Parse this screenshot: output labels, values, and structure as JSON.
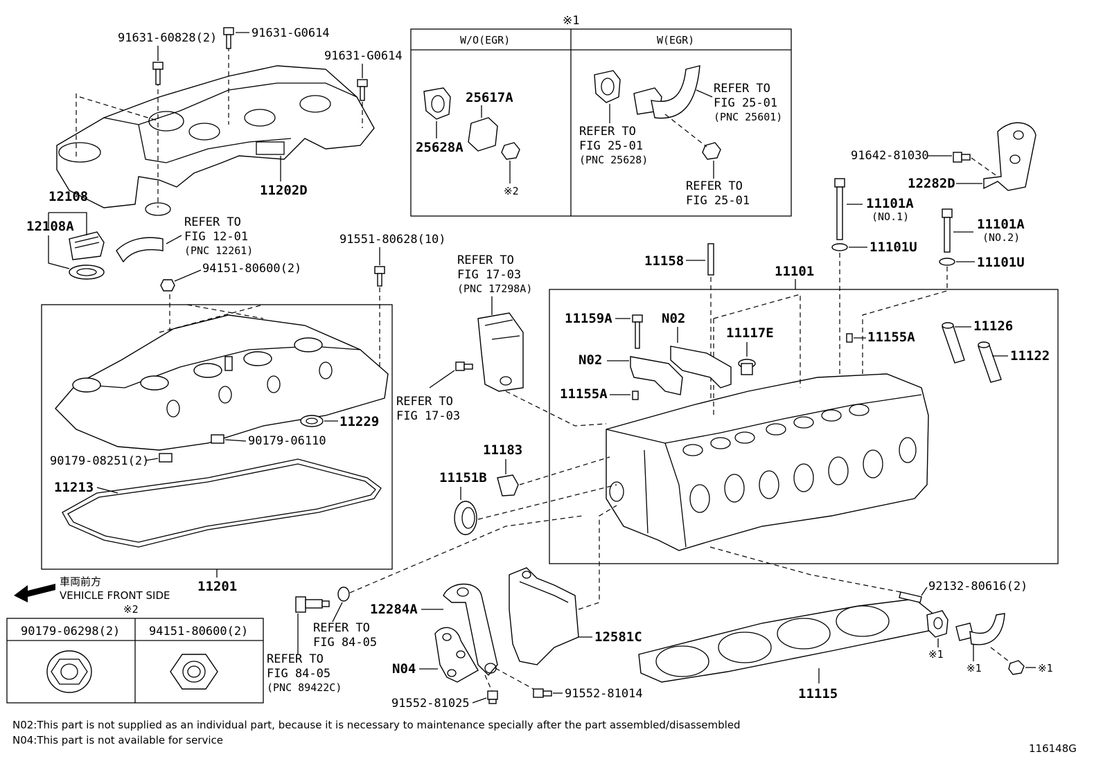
{
  "labels": {
    "p_91631_60828": "91631-60828(2)",
    "p_91631_G0614a": "91631-G0614",
    "p_91631_G0614b": "91631-G0614",
    "p_11202D": "11202D",
    "p_12108": "12108",
    "p_12108A": "12108A",
    "p_refer_12_01_a": "REFER TO",
    "p_refer_12_01_b": "FIG 12-01",
    "p_refer_12_01_c": "(PNC 12261)",
    "p_94151_80600": "94151-80600(2)",
    "p_91551_80628": "91551-80628(10)",
    "p_11229": "11229",
    "p_90179_06110": "90179-06110",
    "p_90179_08251": "90179-08251(2)",
    "p_11213": "11213",
    "p_11201": "11201",
    "p_refer_17_03_a": "REFER TO",
    "p_refer_17_03_b": "FIG 17-03",
    "p_refer_17_03_c": "(PNC 17298A)",
    "p_refer_17_03_d": "REFER TO",
    "p_refer_17_03_e": "FIG 17-03",
    "p_11183": "11183",
    "p_11151B": "11151B",
    "p_11158": "11158",
    "p_11101": "11101",
    "p_11159A": "11159A",
    "p_N02a": "N02",
    "p_N02b": "N02",
    "p_11117E": "11117E",
    "p_11155A_a": "11155A",
    "p_11155A_b": "11155A",
    "p_11126": "11126",
    "p_11122": "11122",
    "p_11101A_1": "11101A",
    "p_no1": "(NO.1)",
    "p_11101U_1": "11101U",
    "p_11101A_2": "11101A",
    "p_no2": "(NO.2)",
    "p_11101U_2": "11101U",
    "p_91642_81030": "91642-81030",
    "p_12282D": "12282D",
    "p_92132_80616": "92132-80616(2)",
    "p_star1_a": "※1",
    "p_star1_b": "※1",
    "p_star1_c": "※1",
    "p_11115": "11115",
    "p_12581C": "12581C",
    "p_12284A": "12284A",
    "p_N04": "N04",
    "p_91552_81025": "91552-81025",
    "p_91552_81014": "91552-81014",
    "p_refer_84_05_a": "REFER TO",
    "p_refer_84_05_b": "FIG 84-05",
    "p_refer_84_05_c": "REFER TO",
    "p_refer_84_05_d": "FIG 84-05",
    "p_refer_84_05_e": "(PNC 89422C)"
  },
  "egr_box": {
    "marker": "※1",
    "col_wo": "W/O(EGR)",
    "col_w": "W(EGR)",
    "p_25617A": "25617A",
    "p_25628A": "25628A",
    "p_star2": "※2",
    "ref_a1": "REFER TO",
    "ref_a2": "FIG 25-01",
    "ref_a3": "(PNC 25628)",
    "ref_b1": "REFER TO",
    "ref_b2": "FIG 25-01",
    "ref_b3": "(PNC 25601)",
    "ref_c1": "REFER TO",
    "ref_c2": "FIG 25-01"
  },
  "front": {
    "jp": "車両前方",
    "en": "VEHICLE FRONT SIDE"
  },
  "nut_table": {
    "marker": "※2",
    "col1": "90179-06298(2)",
    "col2": "94151-80600(2)"
  },
  "footnotes": {
    "n02": "N02:This part is not supplied as an individual part, because it is necessary to maintenance specially after the part assembled/disassembled",
    "n04": "N04:This part is not available for service"
  },
  "figure_id": "116148G"
}
